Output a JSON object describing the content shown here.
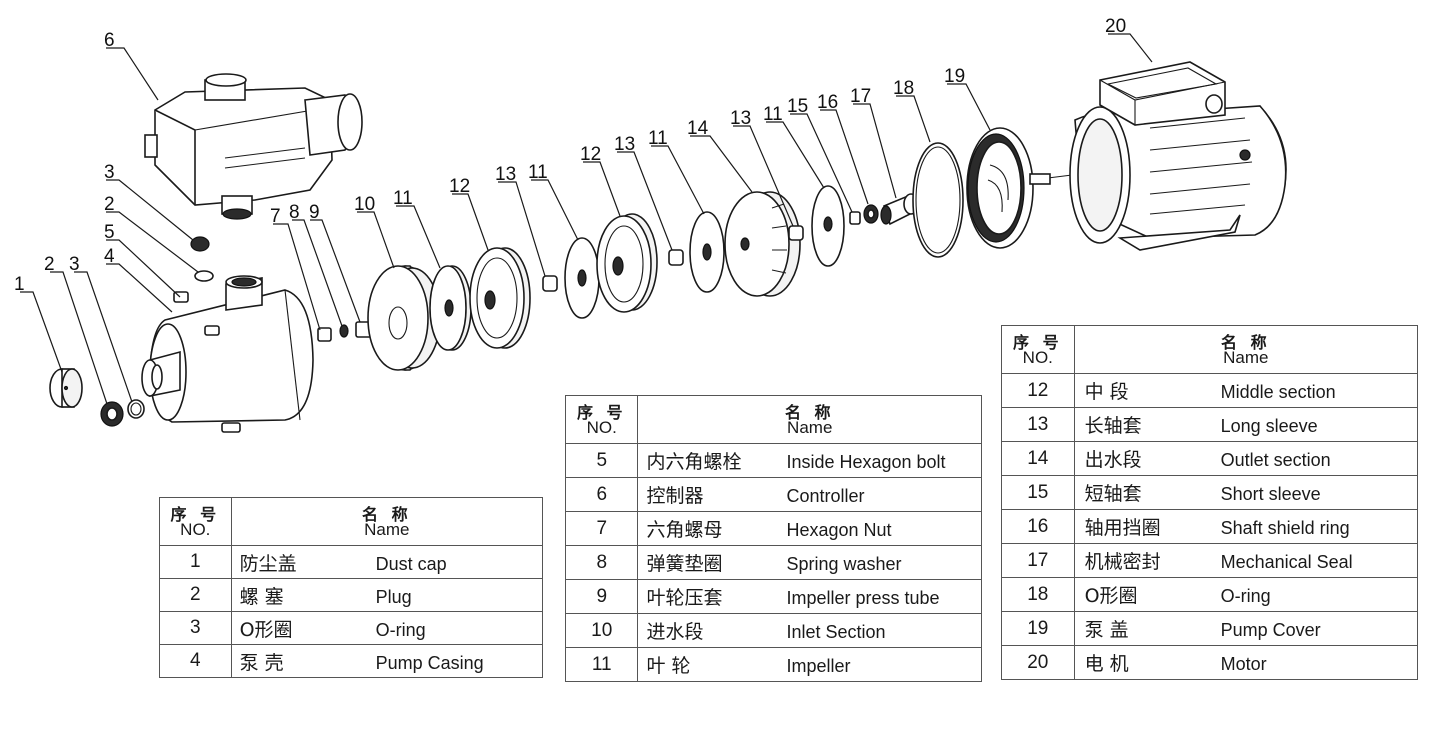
{
  "callouts": [
    "1",
    "2",
    "3",
    "4",
    "5",
    "2",
    "3",
    "6",
    "7",
    "8",
    "9",
    "10",
    "11",
    "12",
    "13",
    "11",
    "12",
    "13",
    "11",
    "14",
    "13",
    "11",
    "15",
    "16",
    "17",
    "18",
    "19",
    "20"
  ],
  "tables": [
    {
      "header_no_zh": "序 号",
      "header_no_en": "NO.",
      "header_name_zh": "名 称",
      "header_name_en": "Name",
      "rows": [
        {
          "no": "1",
          "zh": "防尘盖",
          "en": "Dust cap"
        },
        {
          "no": "2",
          "zh": "螺 塞",
          "en": "Plug"
        },
        {
          "no": "3",
          "zh": "O形圈",
          "en": "O-ring"
        },
        {
          "no": "4",
          "zh": "泵 壳",
          "en": "Pump Casing"
        }
      ]
    },
    {
      "header_no_zh": "序 号",
      "header_no_en": "NO.",
      "header_name_zh": "名 称",
      "header_name_en": "Name",
      "rows": [
        {
          "no": "5",
          "zh": "内六角螺栓",
          "en": "Inside Hexagon bolt"
        },
        {
          "no": "6",
          "zh": "控制器",
          "en": "Controller"
        },
        {
          "no": "7",
          "zh": "六角螺母",
          "en": "Hexagon Nut"
        },
        {
          "no": "8",
          "zh": "弹簧垫圈",
          "en": "Spring washer"
        },
        {
          "no": "9",
          "zh": "叶轮压套",
          "en": "Impeller press tube"
        },
        {
          "no": "10",
          "zh": "进水段",
          "en": "Inlet Section"
        },
        {
          "no": "11",
          "zh": "叶 轮",
          "en": "Impeller"
        }
      ]
    },
    {
      "header_no_zh": "序 号",
      "header_no_en": "NO.",
      "header_name_zh": "名 称",
      "header_name_en": "Name",
      "rows": [
        {
          "no": "12",
          "zh": "中 段",
          "en": "Middle section"
        },
        {
          "no": "13",
          "zh": "长轴套",
          "en": "Long sleeve"
        },
        {
          "no": "14",
          "zh": "出水段",
          "en": "Outlet section"
        },
        {
          "no": "15",
          "zh": "短轴套",
          "en": "Short sleeve"
        },
        {
          "no": "16",
          "zh": "轴用挡圈",
          "en": "Shaft shield ring"
        },
        {
          "no": "17",
          "zh": "机械密封",
          "en": "Mechanical Seal"
        },
        {
          "no": "18",
          "zh": "O形圈",
          "en": "O-ring"
        },
        {
          "no": "19",
          "zh": "泵 盖",
          "en": "Pump Cover"
        },
        {
          "no": "20",
          "zh": "电 机",
          "en": "Motor"
        }
      ]
    }
  ]
}
